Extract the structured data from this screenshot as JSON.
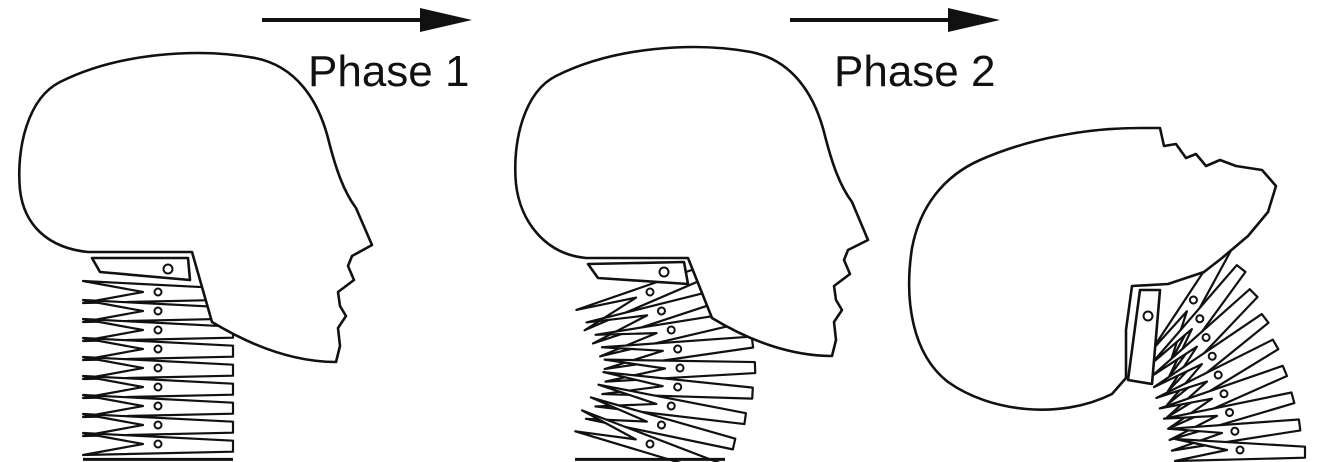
{
  "labels": {
    "phase1": "Phase 1",
    "phase2": "Phase 2"
  },
  "figure": {
    "stages": [
      "initial-posture",
      "phase-1-posture",
      "phase-2-posture"
    ],
    "vertebra_segments_per_neck": 9,
    "colors": {
      "line": "#111111",
      "background": "#ffffff"
    }
  }
}
